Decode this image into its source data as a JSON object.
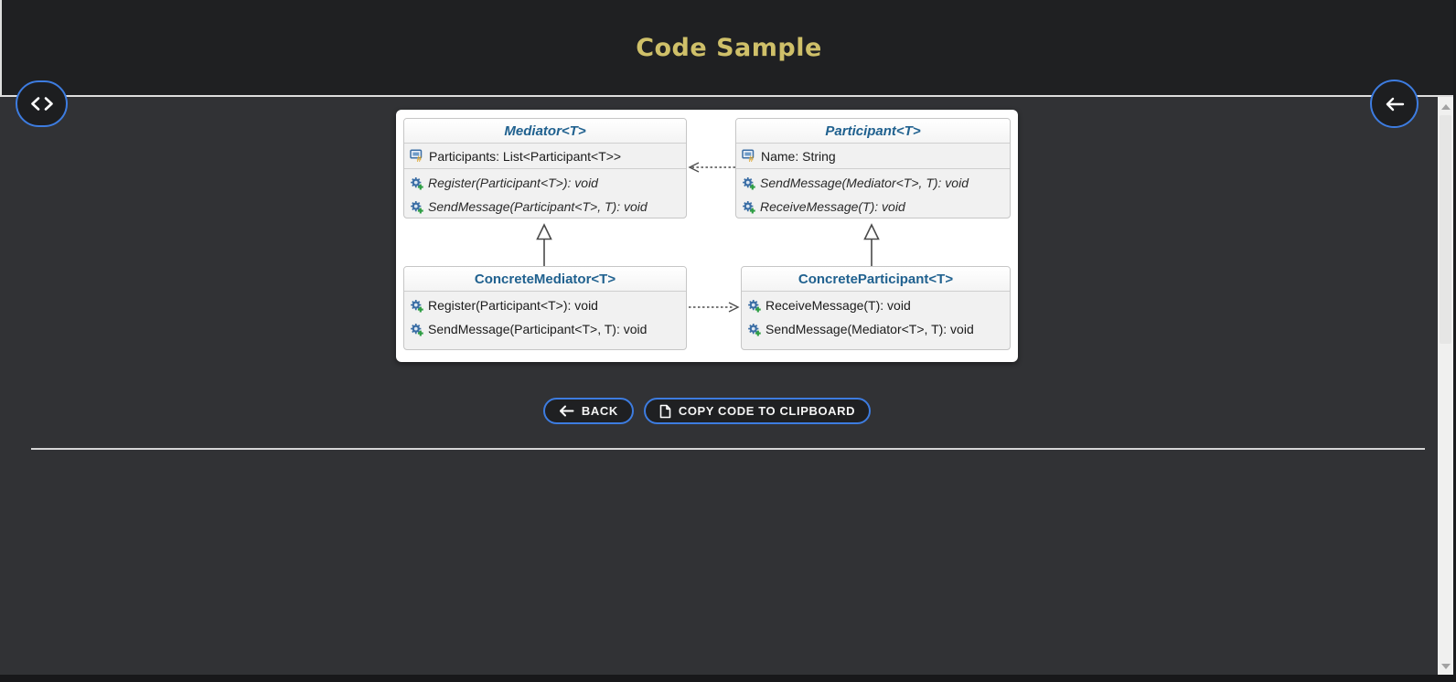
{
  "header": {
    "title": "Code Sample"
  },
  "actions": {
    "back_label": "BACK",
    "copy_label": "COPY CODE TO CLIPBOARD"
  },
  "floating_buttons": {
    "code_icon": "code-chevrons",
    "return_icon": "arrow-left"
  },
  "diagram": {
    "classes": [
      {
        "name": "Mediator<T>",
        "stereotype": "abstract",
        "fields": [
          "Participants: List<Participant<T>>"
        ],
        "methods": [
          "Register(Participant<T>): void",
          "SendMessage(Participant<T>, T): void"
        ]
      },
      {
        "name": "Participant<T>",
        "stereotype": "abstract",
        "fields": [
          "Name: String"
        ],
        "methods": [
          "SendMessage(Mediator<T>, T): void",
          "ReceiveMessage(T): void"
        ]
      },
      {
        "name": "ConcreteMediator<T>",
        "stereotype": "concrete",
        "fields": [],
        "methods": [
          "Register(Participant<T>): void",
          "SendMessage(Participant<T>, T): void"
        ]
      },
      {
        "name": "ConcreteParticipant<T>",
        "stereotype": "concrete",
        "fields": [],
        "methods": [
          "ReceiveMessage(T): void",
          "SendMessage(Mediator<T>, T): void"
        ]
      }
    ],
    "relations": [
      {
        "from": "Participant<T>",
        "to": "Mediator<T>",
        "type": "dashed-association"
      },
      {
        "from": "ConcreteMediator<T>",
        "to": "Mediator<T>",
        "type": "inheritance"
      },
      {
        "from": "ConcreteParticipant<T>",
        "to": "Participant<T>",
        "type": "inheritance"
      },
      {
        "from": "ConcreteMediator<T>",
        "to": "ConcreteParticipant<T>",
        "type": "dashed-association"
      }
    ]
  },
  "colors": {
    "accent_border_blue": "#3d7ce0",
    "header_title_gold": "#cfc069",
    "class_title_blue": "#20618f",
    "header_bg": "#1f2022",
    "body_bg": "#313235",
    "panel_bg": "#ffffff"
  }
}
